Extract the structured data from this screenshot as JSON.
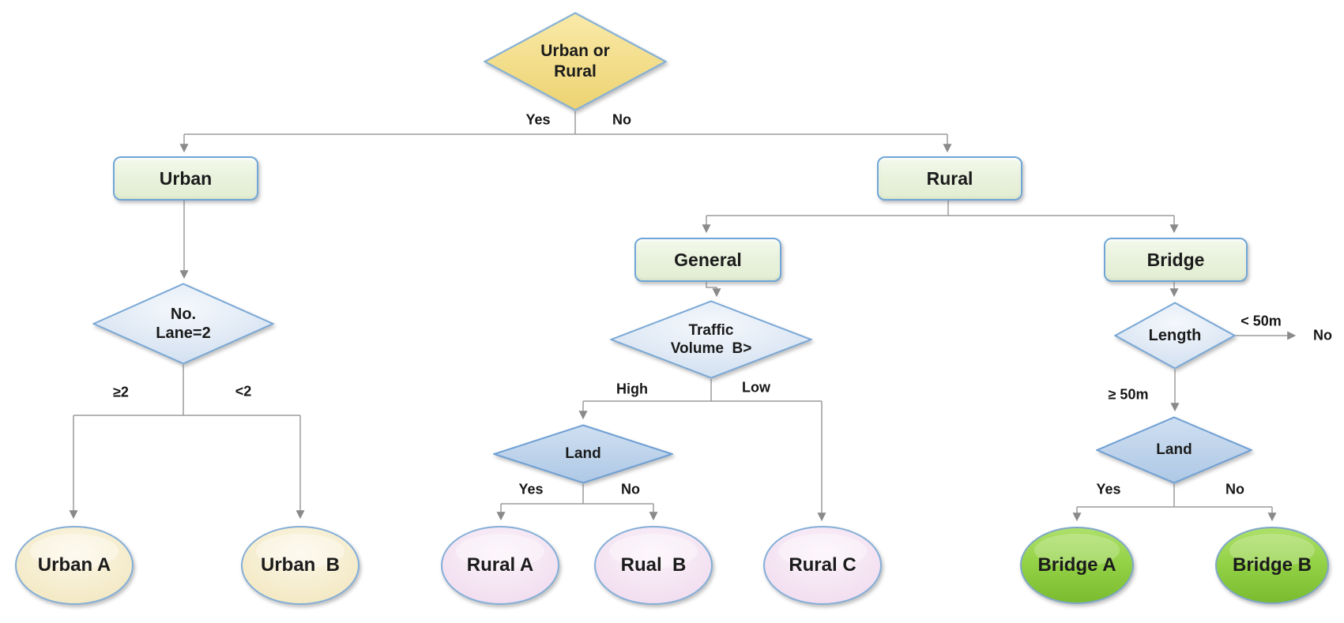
{
  "diagram": {
    "type": "decision-tree-flowchart",
    "nodes": {
      "root": {
        "label": "Urban or\nRural",
        "shape": "diamond",
        "fill": "#F3DE8C"
      },
      "urban": {
        "label": "Urban",
        "shape": "rounded-rect",
        "fill": "#E8F1DB"
      },
      "rural": {
        "label": "Rural",
        "shape": "rounded-rect",
        "fill": "#E8F1DB"
      },
      "lane": {
        "label": "No.\nLane=2",
        "shape": "diamond",
        "fill": "#DCE7F4"
      },
      "urban_a": {
        "label": "Urban A",
        "shape": "ellipse",
        "fill": "#F6EECC"
      },
      "urban_b": {
        "label": "Urban  B",
        "shape": "ellipse",
        "fill": "#F6EECC"
      },
      "general": {
        "label": "General",
        "shape": "rounded-rect",
        "fill": "#E8F1DB"
      },
      "bridge": {
        "label": "Bridge",
        "shape": "rounded-rect",
        "fill": "#E8F1DB"
      },
      "traffic": {
        "label": "Traffic\nVolume  B>",
        "shape": "diamond",
        "fill": "#DCE7F4"
      },
      "land_mid": {
        "label": "Land",
        "shape": "diamond",
        "fill": "#BCD1E9"
      },
      "rural_a": {
        "label": "Rural A",
        "shape": "ellipse",
        "fill": "#F3DFF1"
      },
      "rual_b": {
        "label": "Rual  B",
        "shape": "ellipse",
        "fill": "#F3DFF1"
      },
      "rural_c": {
        "label": "Rural C",
        "shape": "ellipse",
        "fill": "#F3DFF1"
      },
      "length": {
        "label": "Length",
        "shape": "diamond",
        "fill": "#DCE7F4"
      },
      "land_bridge": {
        "label": "Land",
        "shape": "diamond",
        "fill": "#BCD1E9"
      },
      "bridge_a": {
        "label": "Bridge A",
        "shape": "ellipse",
        "fill": "#8ED648"
      },
      "bridge_b": {
        "label": "Bridge B",
        "shape": "ellipse",
        "fill": "#8ED648"
      }
    },
    "edges": [
      {
        "from": "root",
        "to": "urban",
        "label": "Yes"
      },
      {
        "from": "root",
        "to": "rural",
        "label": "No"
      },
      {
        "from": "urban",
        "to": "lane",
        "label": ""
      },
      {
        "from": "lane",
        "to": "urban_a",
        "label": "≥2"
      },
      {
        "from": "lane",
        "to": "urban_b",
        "label": "<2"
      },
      {
        "from": "rural",
        "to": "general",
        "label": ""
      },
      {
        "from": "rural",
        "to": "bridge",
        "label": ""
      },
      {
        "from": "general",
        "to": "traffic",
        "label": ""
      },
      {
        "from": "traffic",
        "to": "land_mid",
        "label": "High"
      },
      {
        "from": "traffic",
        "to": "rural_c",
        "label": "Low"
      },
      {
        "from": "land_mid",
        "to": "rural_a",
        "label": "Yes"
      },
      {
        "from": "land_mid",
        "to": "rual_b",
        "label": "No"
      },
      {
        "from": "bridge",
        "to": "length",
        "label": ""
      },
      {
        "from": "length",
        "to": "off-chart",
        "label": "< 50m",
        "result": "No"
      },
      {
        "from": "length",
        "to": "land_bridge",
        "label": "≥ 50m"
      },
      {
        "from": "land_bridge",
        "to": "bridge_a",
        "label": "Yes"
      },
      {
        "from": "land_bridge",
        "to": "bridge_b",
        "label": "No"
      }
    ],
    "colors": {
      "root_fill": "#F3DE8C",
      "process_box_fill": "#E8F1DB",
      "decision_light_fill": "#DCE7F4",
      "decision_dark_fill": "#BCD1E9",
      "terminal_cream_fill": "#F6EECC",
      "terminal_pink_fill": "#F3DFF1",
      "terminal_green_fill": "#8ED648",
      "shape_border": "#74A9D8",
      "connector": "#9C9C9C",
      "text": "#1B1B1B"
    }
  }
}
